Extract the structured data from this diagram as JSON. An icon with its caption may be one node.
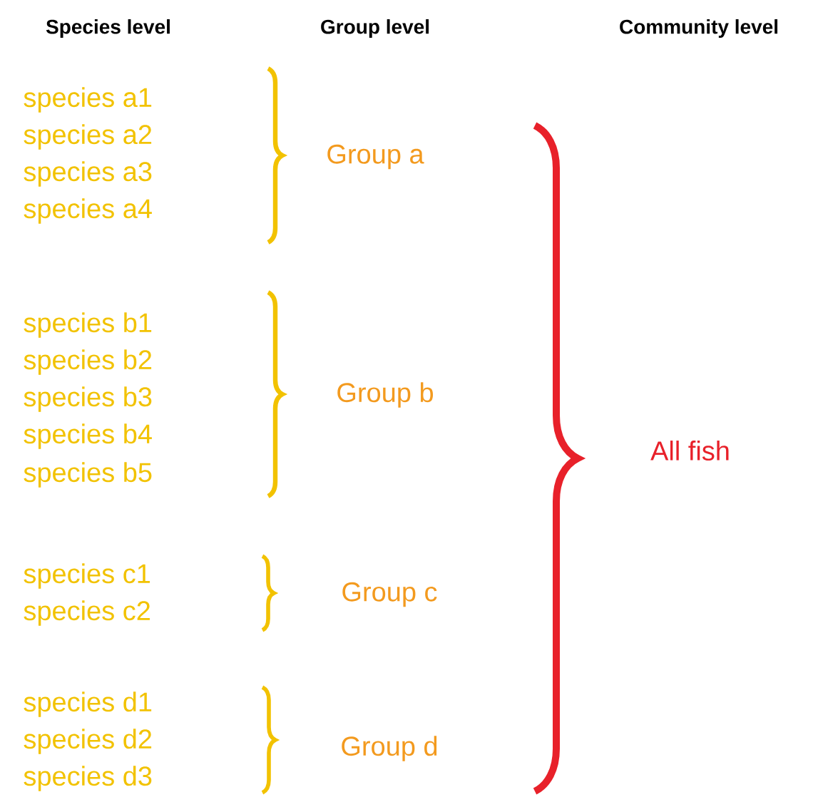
{
  "diagram": {
    "labels": [
      "Species level",
      "Group level",
      "Community level",
      "species a1",
      "species a2",
      "species a3",
      "species a4",
      "Group a",
      "species b1",
      "species b2",
      "species b3",
      "species b4",
      "species b5",
      "Group b",
      "species c1",
      "species c2",
      "Group c",
      "species d1",
      "species d2",
      "species d3",
      "Group d",
      "All fish"
    ]
  }
}
